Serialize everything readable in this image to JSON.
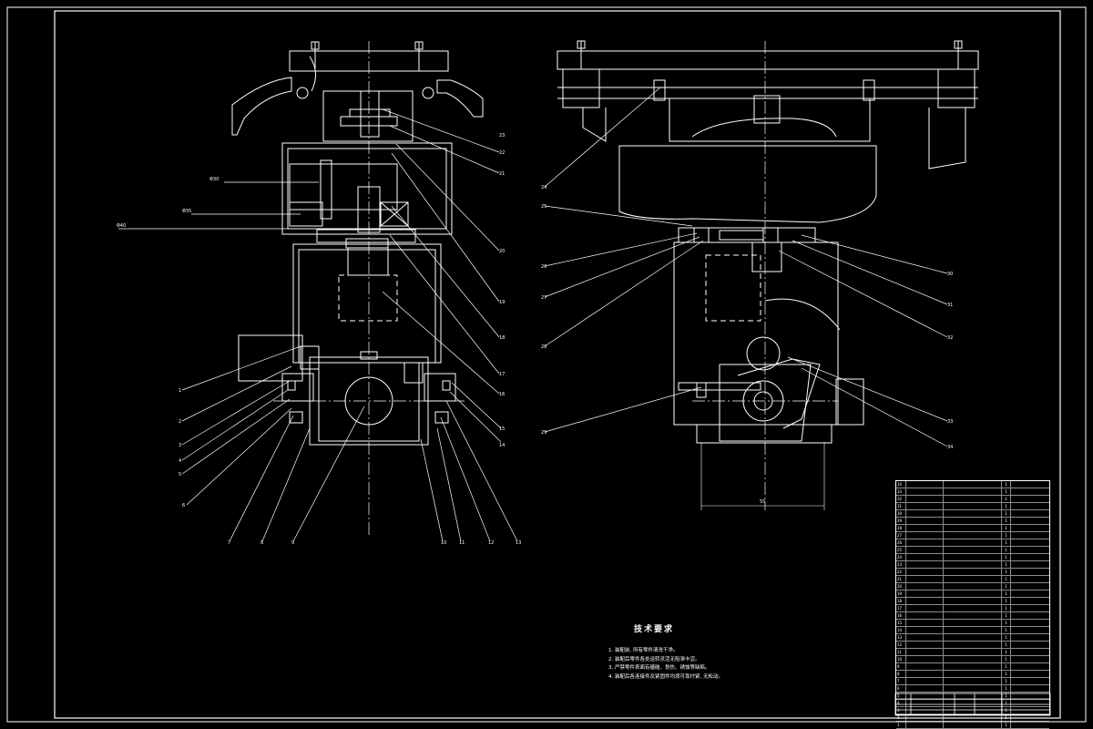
{
  "notes": {
    "title": "技术要求",
    "items": [
      "1. 装配前, 所有零件清洗干净。",
      "2. 装配后零件各处运转灵活无阻滞卡涩。",
      "3. 严禁零件表面有磕碰、划伤、锈蚀等缺陷。",
      "4. 装配后各连接件及紧固件均须可靠拧紧, 无松动。"
    ]
  },
  "balloons": {
    "left": [
      "1",
      "2",
      "3",
      "4",
      "5",
      "6",
      "7",
      "8",
      "9",
      "10",
      "11",
      "12",
      "13",
      "14",
      "15",
      "16",
      "17",
      "18",
      "19",
      "20",
      "21",
      "22",
      "23"
    ],
    "right": [
      "24",
      "25",
      "26",
      "27",
      "28",
      "29",
      "30",
      "31",
      "32",
      "33",
      "34"
    ]
  },
  "dimensions": {
    "d1": "Φ30",
    "d2": "Φ35",
    "d3": "Φ40",
    "d4": "55"
  },
  "bom": {
    "rows": [
      {
        "no": "34",
        "code": "",
        "name": "",
        "qty": "1",
        "mat": ""
      },
      {
        "no": "33",
        "code": "",
        "name": "",
        "qty": "1",
        "mat": ""
      },
      {
        "no": "32",
        "code": "",
        "name": "",
        "qty": "1",
        "mat": ""
      },
      {
        "no": "31",
        "code": "",
        "name": "",
        "qty": "1",
        "mat": ""
      },
      {
        "no": "30",
        "code": "",
        "name": "",
        "qty": "1",
        "mat": ""
      },
      {
        "no": "29",
        "code": "",
        "name": "",
        "qty": "1",
        "mat": ""
      },
      {
        "no": "28",
        "code": "",
        "name": "",
        "qty": "1",
        "mat": ""
      },
      {
        "no": "27",
        "code": "",
        "name": "",
        "qty": "1",
        "mat": ""
      },
      {
        "no": "26",
        "code": "",
        "name": "",
        "qty": "1",
        "mat": ""
      },
      {
        "no": "25",
        "code": "",
        "name": "",
        "qty": "1",
        "mat": ""
      },
      {
        "no": "24",
        "code": "",
        "name": "",
        "qty": "1",
        "mat": ""
      },
      {
        "no": "23",
        "code": "",
        "name": "",
        "qty": "1",
        "mat": ""
      },
      {
        "no": "22",
        "code": "",
        "name": "",
        "qty": "1",
        "mat": ""
      },
      {
        "no": "21",
        "code": "",
        "name": "",
        "qty": "1",
        "mat": ""
      },
      {
        "no": "20",
        "code": "",
        "name": "",
        "qty": "1",
        "mat": ""
      },
      {
        "no": "19",
        "code": "",
        "name": "",
        "qty": "1",
        "mat": ""
      },
      {
        "no": "18",
        "code": "",
        "name": "",
        "qty": "1",
        "mat": ""
      },
      {
        "no": "17",
        "code": "",
        "name": "",
        "qty": "1",
        "mat": ""
      },
      {
        "no": "16",
        "code": "",
        "name": "",
        "qty": "1",
        "mat": ""
      },
      {
        "no": "15",
        "code": "",
        "name": "",
        "qty": "1",
        "mat": ""
      },
      {
        "no": "14",
        "code": "",
        "name": "",
        "qty": "1",
        "mat": ""
      },
      {
        "no": "13",
        "code": "",
        "name": "",
        "qty": "1",
        "mat": ""
      },
      {
        "no": "12",
        "code": "",
        "name": "",
        "qty": "1",
        "mat": ""
      },
      {
        "no": "11",
        "code": "",
        "name": "",
        "qty": "1",
        "mat": ""
      },
      {
        "no": "10",
        "code": "",
        "name": "",
        "qty": "1",
        "mat": ""
      },
      {
        "no": "9",
        "code": "",
        "name": "",
        "qty": "1",
        "mat": ""
      },
      {
        "no": "8",
        "code": "",
        "name": "",
        "qty": "1",
        "mat": ""
      },
      {
        "no": "7",
        "code": "",
        "name": "",
        "qty": "1",
        "mat": ""
      },
      {
        "no": "6",
        "code": "",
        "name": "",
        "qty": "1",
        "mat": ""
      },
      {
        "no": "5",
        "code": "",
        "name": "",
        "qty": "1",
        "mat": ""
      },
      {
        "no": "4",
        "code": "",
        "name": "",
        "qty": "1",
        "mat": ""
      },
      {
        "no": "3",
        "code": "",
        "name": "",
        "qty": "1",
        "mat": ""
      },
      {
        "no": "2",
        "code": "",
        "name": "",
        "qty": "1",
        "mat": ""
      },
      {
        "no": "1",
        "code": "",
        "name": "",
        "qty": "1",
        "mat": ""
      }
    ]
  },
  "title_block": {
    "drawing_name": ""
  },
  "colors": {
    "line": "#ffffff",
    "center_line": "#ffffff",
    "hidden": "#ffffff",
    "accent": "#ffffff",
    "dim": "#ffffff"
  }
}
